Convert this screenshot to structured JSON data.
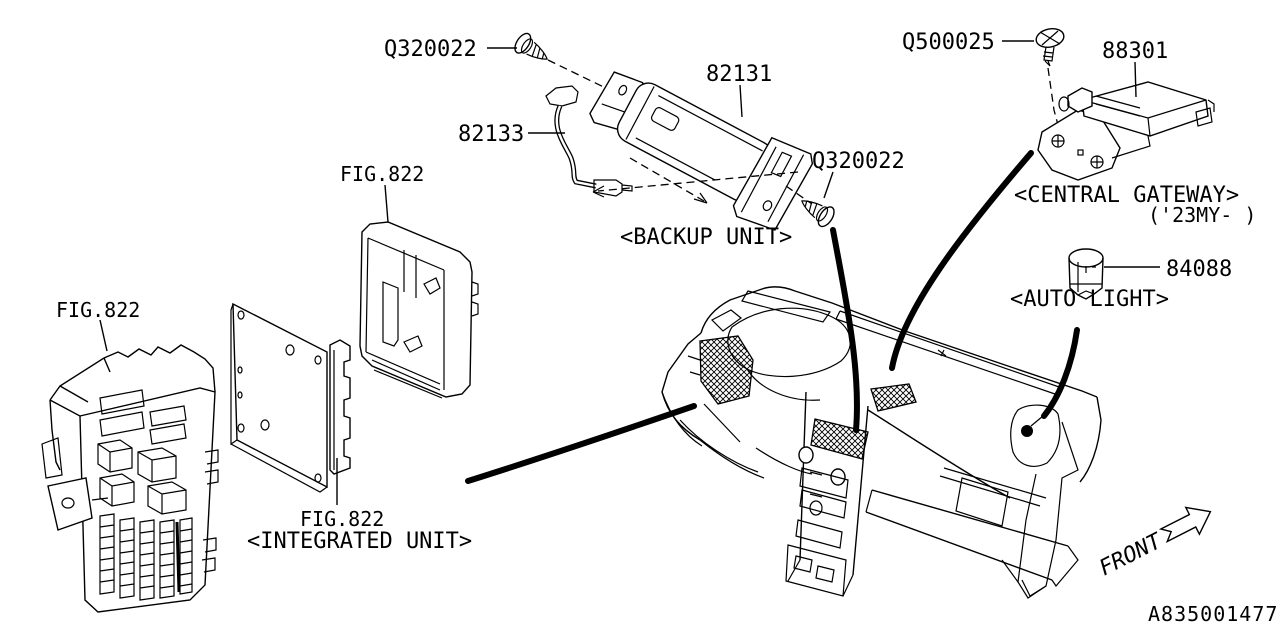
{
  "diagram": {
    "doc_id": "A835001477",
    "front_label": "FRONT",
    "labels": {
      "screw_top": "Q320022",
      "screw_mid": "Q320022",
      "screw_gateway": "Q500025",
      "backup_unit_part": "82131",
      "antenna_cord_part": "82133",
      "gateway_part": "88301",
      "gateway_caption": "<CENTRAL GATEWAY>",
      "gateway_note": "('23MY- )",
      "autolight_part": "84088",
      "autolight_caption": "<AUTO LIGHT>",
      "backup_caption": "<BACKUP UNIT>",
      "fusebox_fig": "FIG.822",
      "bracket_fig": "FIG.822",
      "integrated_fig": "FIG.822",
      "integrated_caption": "<INTEGRATED UNIT>"
    }
  }
}
